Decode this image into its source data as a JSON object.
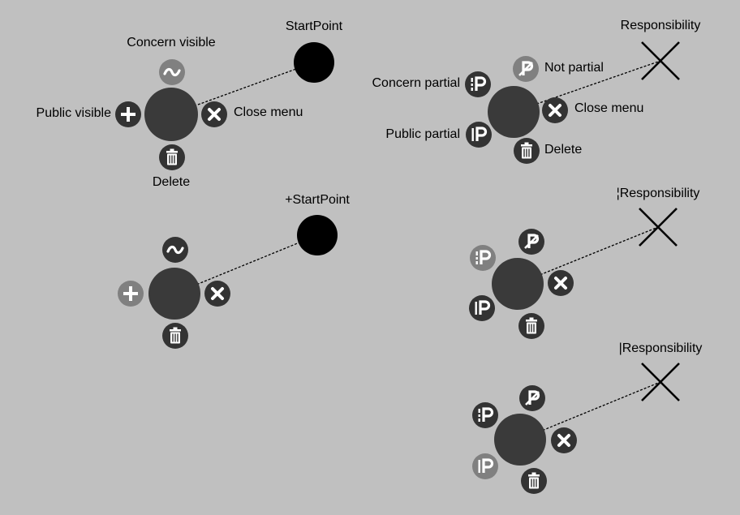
{
  "colors": {
    "background": "#c0c0c0",
    "hub": "#3a3a3a",
    "icon_active": "#333333",
    "icon_inactive": "#808080",
    "endpoint": "#000000"
  },
  "groups": [
    {
      "id": "g1",
      "endpoint_type": "circle",
      "endpoint_label": "StartPoint",
      "items": [
        {
          "icon": "tilde-icon",
          "state": "inactive",
          "label": "Concern visible"
        },
        {
          "icon": "plus-icon",
          "state": "active",
          "label": "Public visible"
        },
        {
          "icon": "close-icon",
          "state": "active",
          "label": "Close menu"
        },
        {
          "icon": "trash-icon",
          "state": "active",
          "label": "Delete"
        }
      ]
    },
    {
      "id": "g2",
      "endpoint_type": "cross",
      "endpoint_label": "Responsibility",
      "items": [
        {
          "icon": "not-partial-icon",
          "state": "inactive",
          "label": "Not partial"
        },
        {
          "icon": "concern-partial-icon",
          "state": "active",
          "label": "Concern partial"
        },
        {
          "icon": "public-partial-icon",
          "state": "active",
          "label": "Public partial"
        },
        {
          "icon": "close-icon",
          "state": "active",
          "label": "Close menu"
        },
        {
          "icon": "trash-icon",
          "state": "active",
          "label": "Delete"
        }
      ]
    },
    {
      "id": "g3",
      "endpoint_type": "circle",
      "endpoint_label": "+StartPoint",
      "items": [
        {
          "icon": "tilde-icon",
          "state": "active",
          "label": ""
        },
        {
          "icon": "plus-icon",
          "state": "inactive",
          "label": ""
        },
        {
          "icon": "close-icon",
          "state": "active",
          "label": ""
        },
        {
          "icon": "trash-icon",
          "state": "active",
          "label": ""
        }
      ]
    },
    {
      "id": "g4",
      "endpoint_type": "cross",
      "endpoint_label": "¦Responsibility",
      "items": [
        {
          "icon": "not-partial-icon",
          "state": "active",
          "label": ""
        },
        {
          "icon": "concern-partial-icon",
          "state": "inactive",
          "label": ""
        },
        {
          "icon": "public-partial-icon",
          "state": "active",
          "label": ""
        },
        {
          "icon": "close-icon",
          "state": "active",
          "label": ""
        },
        {
          "icon": "trash-icon",
          "state": "active",
          "label": ""
        }
      ]
    },
    {
      "id": "g5",
      "endpoint_type": "cross",
      "endpoint_label": "|Responsibility",
      "items": [
        {
          "icon": "not-partial-icon",
          "state": "active",
          "label": ""
        },
        {
          "icon": "concern-partial-icon",
          "state": "active",
          "label": ""
        },
        {
          "icon": "public-partial-icon",
          "state": "inactive",
          "label": ""
        },
        {
          "icon": "close-icon",
          "state": "active",
          "label": ""
        },
        {
          "icon": "trash-icon",
          "state": "active",
          "label": ""
        }
      ]
    }
  ]
}
